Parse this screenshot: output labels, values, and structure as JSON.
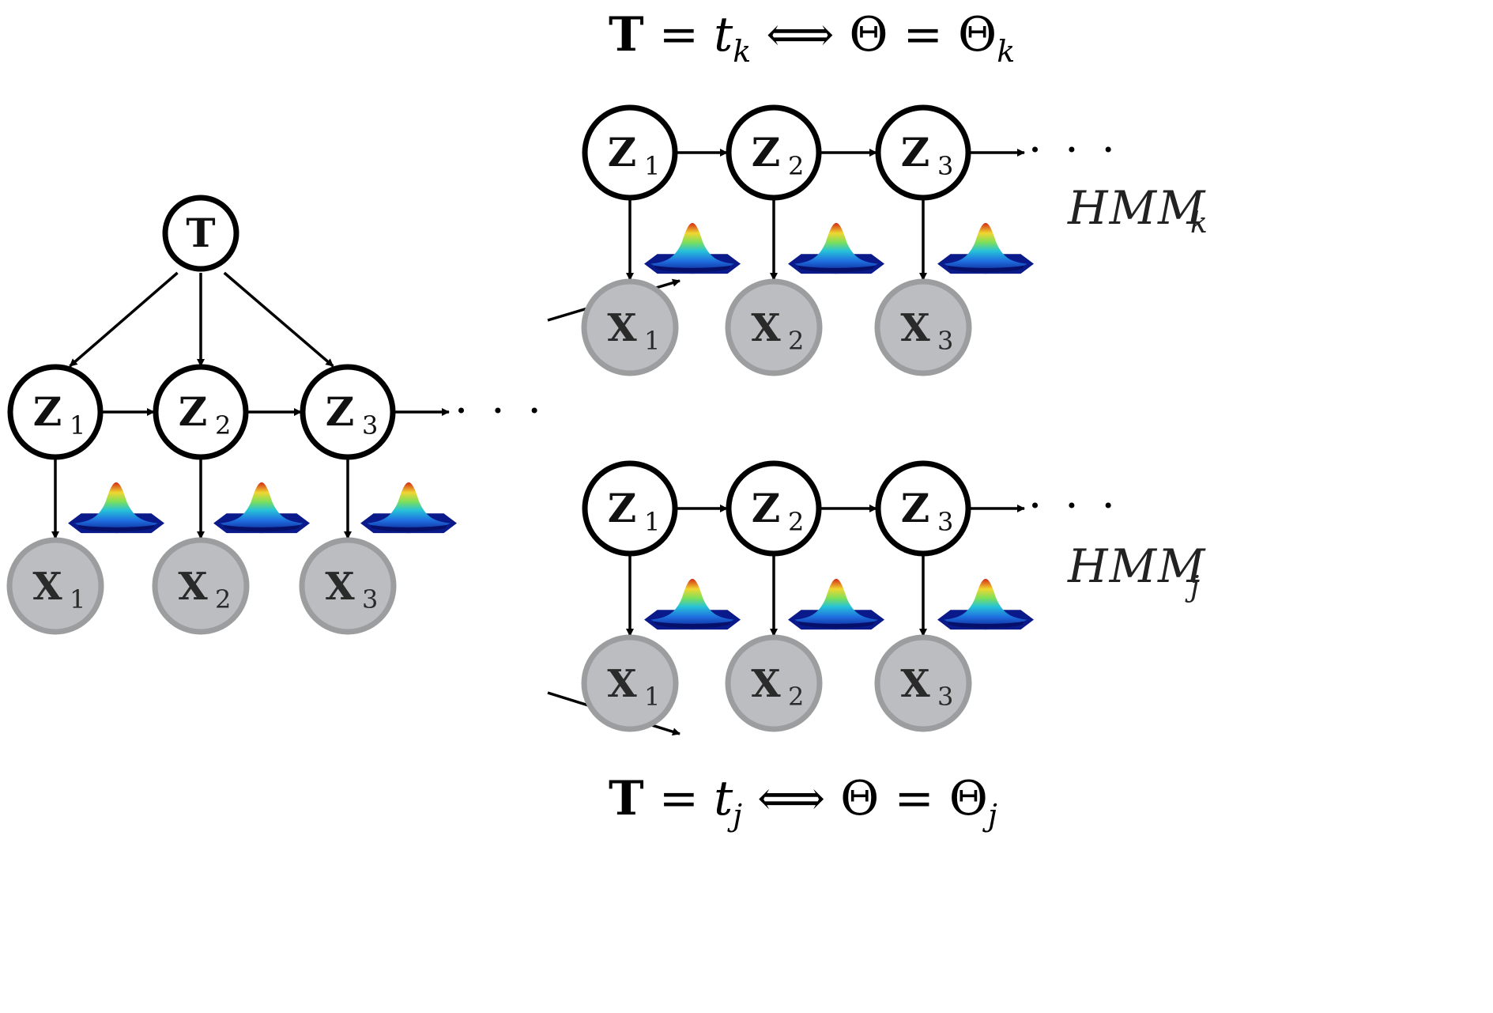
{
  "left_model": {
    "root": {
      "label": "T"
    },
    "hidden": [
      {
        "label": "Z",
        "sub": "1"
      },
      {
        "label": "Z",
        "sub": "2"
      },
      {
        "label": "Z",
        "sub": "3"
      }
    ],
    "observed": [
      {
        "label": "X",
        "sub": "1"
      },
      {
        "label": "X",
        "sub": "2"
      },
      {
        "label": "X",
        "sub": "3"
      }
    ],
    "ellipsis": "· · ·"
  },
  "hmm_top": {
    "name": "HMM",
    "name_sub": "k",
    "hidden": [
      {
        "label": "Z",
        "sub": "1"
      },
      {
        "label": "Z",
        "sub": "2"
      },
      {
        "label": "Z",
        "sub": "3"
      }
    ],
    "observed": [
      {
        "label": "X",
        "sub": "1"
      },
      {
        "label": "X",
        "sub": "2"
      },
      {
        "label": "X",
        "sub": "3"
      }
    ],
    "ellipsis": "· · ·"
  },
  "hmm_bottom": {
    "name": "HMM",
    "name_sub": "j",
    "hidden": [
      {
        "label": "Z",
        "sub": "1"
      },
      {
        "label": "Z",
        "sub": "2"
      },
      {
        "label": "Z",
        "sub": "3"
      }
    ],
    "observed": [
      {
        "label": "X",
        "sub": "1"
      },
      {
        "label": "X",
        "sub": "2"
      },
      {
        "label": "X",
        "sub": "3"
      }
    ],
    "ellipsis": "· · ·"
  },
  "equation_top": {
    "lhs": "T",
    "eq1": " = ",
    "var": "t",
    "var_sub": "k",
    "iff": "⟺",
    "theta": "Θ",
    "eq2": " = ",
    "theta2": "Θ",
    "theta_sub": "k"
  },
  "equation_bottom": {
    "lhs": "T",
    "eq1": " = ",
    "var": "t",
    "var_sub": "j",
    "iff": "⟺",
    "theta": "Θ",
    "eq2": " = ",
    "theta2": "Θ",
    "theta_sub": "j"
  },
  "icons": {
    "emission": "gaussian-surface-icon"
  },
  "colors": {
    "hidden_fill": "#ffffff",
    "hidden_stroke": "#000000",
    "observed_fill": "#bcbdc0",
    "observed_stroke": "#9c9d9f"
  }
}
